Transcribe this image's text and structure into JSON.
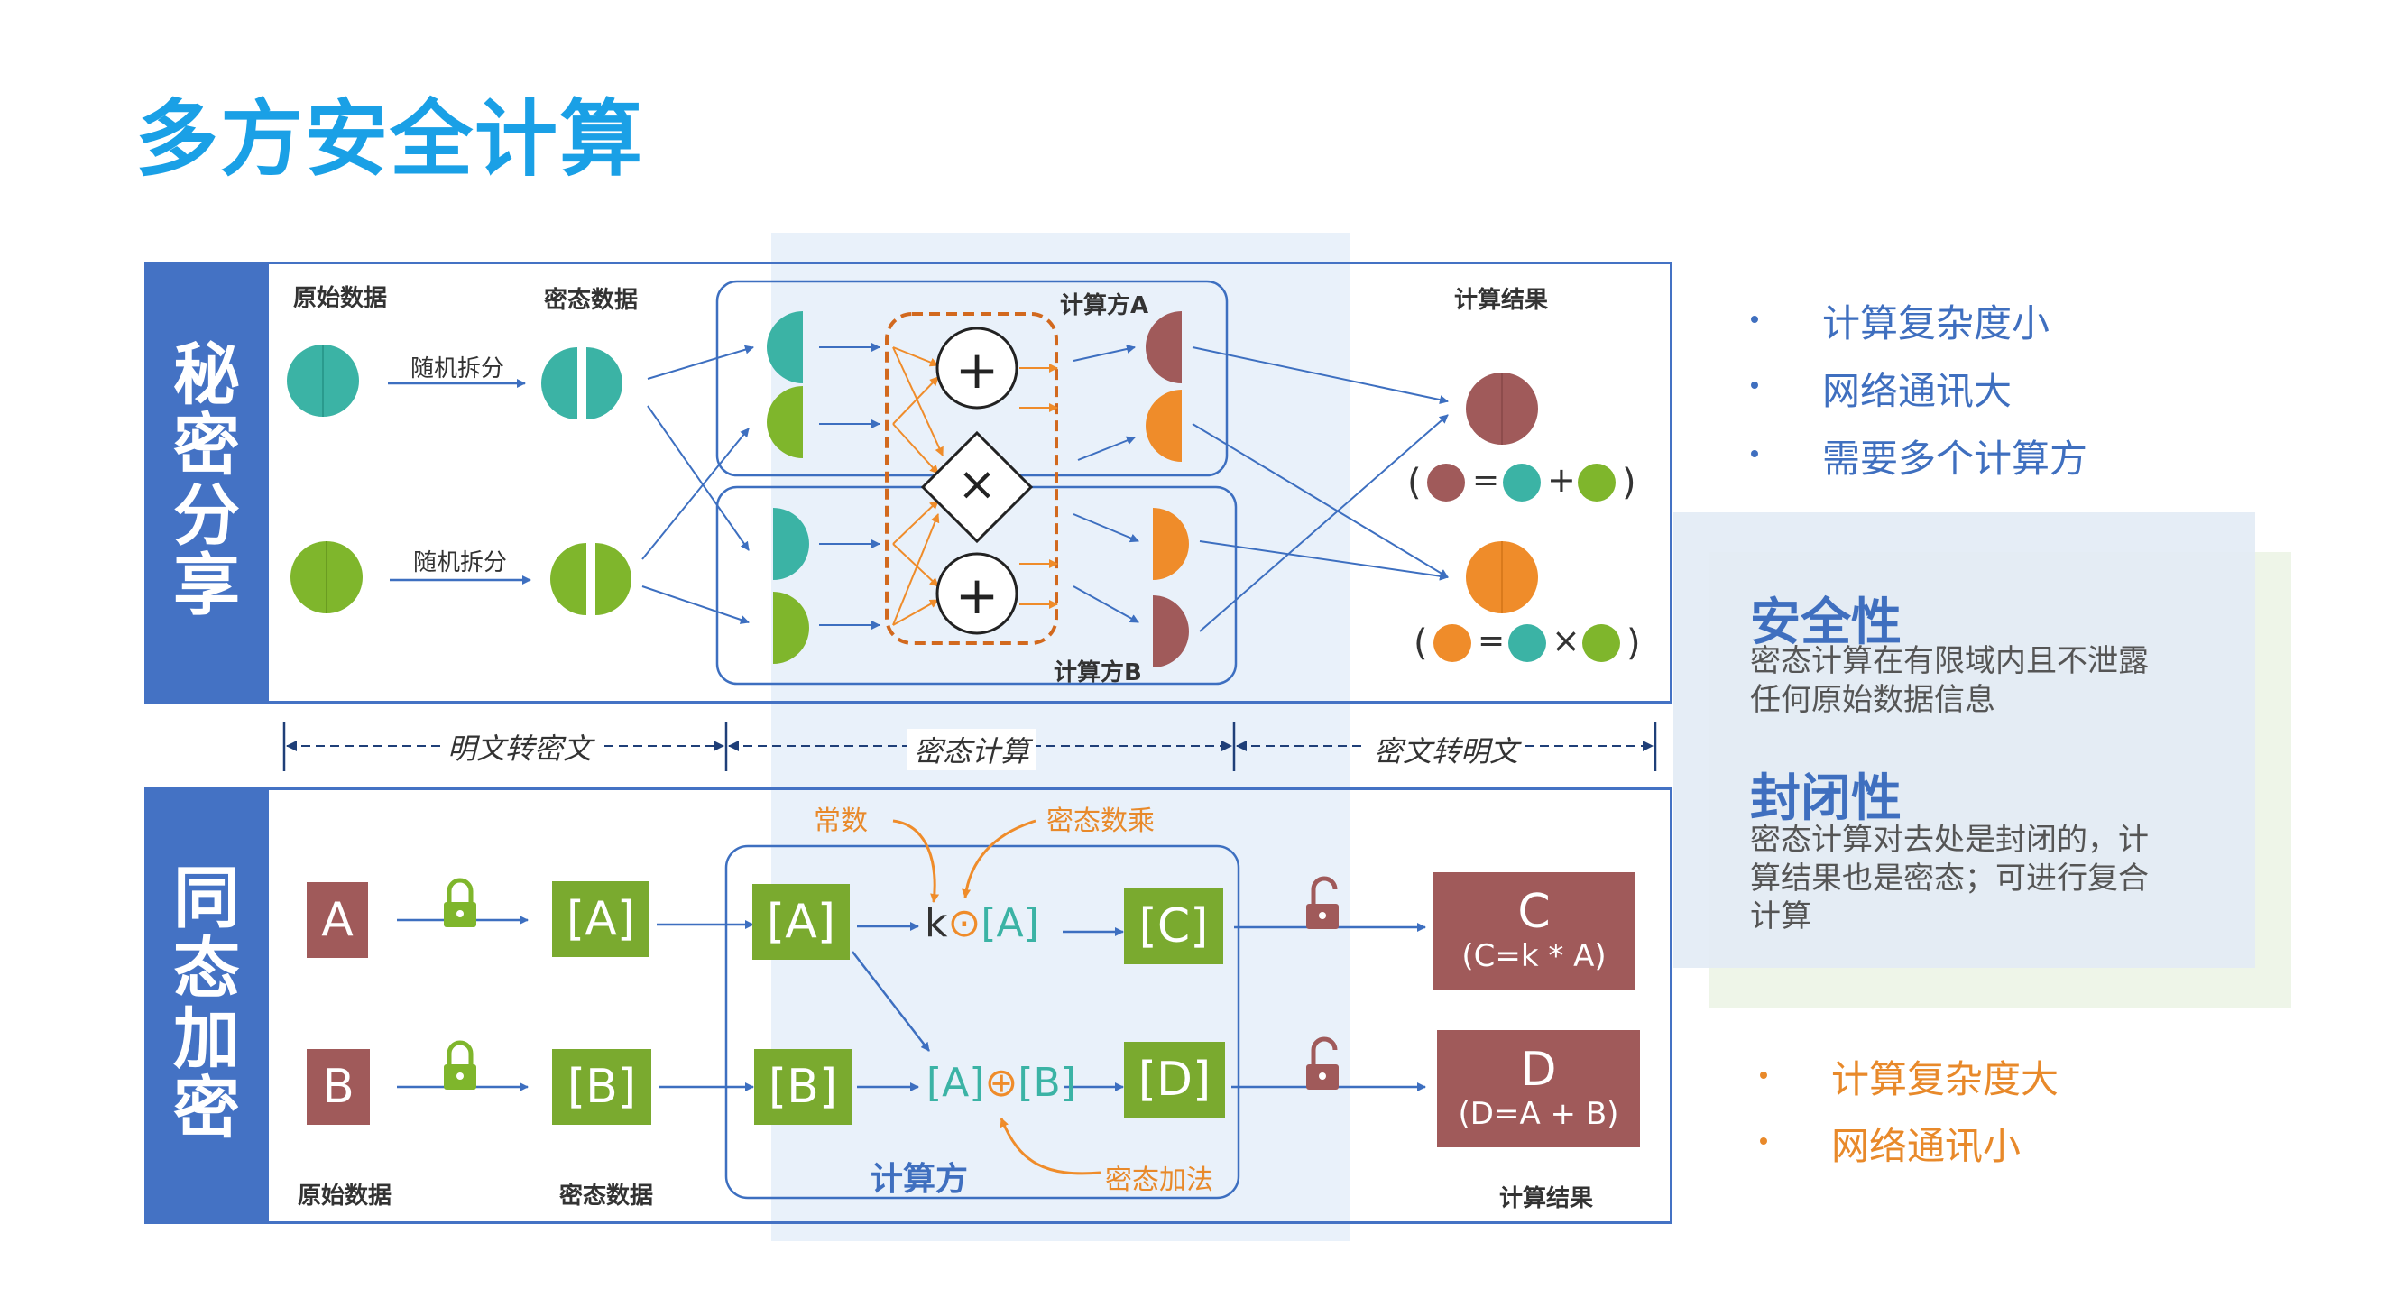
{
  "title": "多方安全计算",
  "secret_sharing": {
    "side_label": [
      "秘",
      "密",
      "分",
      "享"
    ],
    "raw_data": "原始数据",
    "cipher_data": "密态数据",
    "split_label_1": "随机拆分",
    "split_label_2": "随机拆分",
    "party_a": "计算方A",
    "party_b": "计算方B",
    "result": "计算结果",
    "formula_1": {
      "open": "(",
      "eq": "=",
      "op": "+",
      "close": ")"
    },
    "formula_2": {
      "open": "(",
      "eq": "=",
      "op": "×",
      "close": ")"
    },
    "plus_1": "+",
    "times": "×",
    "plus_2": "+"
  },
  "stages": {
    "s1": "明文转密文",
    "s2": "密态计算",
    "s3": "密文转明文"
  },
  "homomorphic": {
    "side_label": [
      "同",
      "态",
      "加",
      "密"
    ],
    "raw_data": "原始数据",
    "cipher_data": "密态数据",
    "party": "计算方",
    "result": "计算结果",
    "a": "A",
    "b": "B",
    "enc_a": "[A]",
    "enc_b": "[B]",
    "comp_a": "[A]",
    "comp_b": "[B]",
    "k_label": "k",
    "op_dot": "⊙",
    "op_a": "[A]",
    "add_a": "[A]",
    "op_plus": "⊕",
    "add_b": "[B]",
    "out_c": "[C]",
    "out_d": "[D]",
    "res_c_main": "C",
    "res_c_sub": "(C=k * A)",
    "res_d_main": "D",
    "res_d_sub": "(D=A + B)",
    "constant": "常数",
    "cipher_mul": "密态数乘",
    "cipher_add": "密态加法"
  },
  "ss_bullets": [
    "计算复杂度小",
    "网络通讯大",
    "需要多个计算方"
  ],
  "he_bullets": [
    "计算复杂度大",
    "网络通讯小"
  ],
  "properties": {
    "security_title": "安全性",
    "security_text": "密态计算在有限域内且不泄露任何原始数据信息",
    "closure_title": "封闭性",
    "closure_text": "密态计算对去处是封闭的，计算结果也是密态；可进行复合计算"
  },
  "colors": {
    "teal": "#3bb3a5",
    "green": "#7fb62c",
    "brown": "#a05a5a",
    "orange": "#ef8c2a",
    "blue": "#4472c4",
    "title": "#1aa0e6"
  }
}
